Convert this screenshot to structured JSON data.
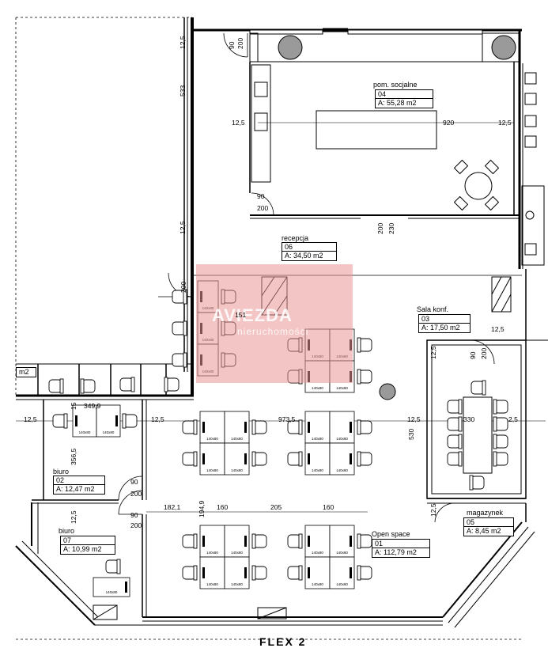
{
  "watermark": {
    "text": "AVIEZDA",
    "sub": "nieruchomości"
  },
  "plan_title": "FLEX 2",
  "rooms": [
    {
      "id": "pom-socjalne",
      "name": "pom. socjalne",
      "number": "04",
      "area": "A: 55,28 m2"
    },
    {
      "id": "recepcja",
      "name": "recepcja",
      "number": "06",
      "area": "A: 34,50 m2"
    },
    {
      "id": "sala-konf",
      "name": "Sala konf.",
      "number": "03",
      "area": "A: 17,50 m2"
    },
    {
      "id": "biuro-02",
      "name": "biuro",
      "number": "02",
      "area": "A: 12,47 m2"
    },
    {
      "id": "biuro-07",
      "name": "biuro",
      "number": "07",
      "area": "A: 10,99 m2"
    },
    {
      "id": "magazynek",
      "name": "magazynek",
      "number": "05",
      "area": "A: 8,45 m2"
    },
    {
      "id": "open-space",
      "name": "Open space",
      "number": "01",
      "area": "A: 112,79 m2"
    }
  ],
  "partial_room_label": "m2",
  "dimensions": {
    "d_12_5_a": "12,5",
    "d_200_a": "200",
    "d_90_a": "90",
    "d_533": "533",
    "d_12_5_b": "12,5",
    "d_920": "920",
    "d_12_5_c": "12,5",
    "d_90_b": "90",
    "d_200_b": "200",
    "d_200_c": "200",
    "d_230": "230",
    "d_12_5_d": "12,5",
    "d_200_d": "200",
    "d_151": "151",
    "d_12_5_e": "12,5",
    "d_349_9": "349,9",
    "d_12_5_f": "12,5",
    "d_973_5": "973,5",
    "d_12_5_g": "12,5",
    "d_330": "330",
    "d_2_5": "2,5",
    "d_15": "15",
    "d_356_5": "356,5",
    "d_530": "530",
    "d_12_5_h": "12,5",
    "d_90_c": "90",
    "d_200_e": "200",
    "d_12_5_i": "12,5",
    "d_90_d": "90",
    "d_200_f": "200",
    "d_182_1": "182,1",
    "d_160_a": "160",
    "d_205": "205",
    "d_160_b": "160",
    "d_194_9": "194,9",
    "d_12_5_j": "12,5",
    "d_90_e": "90",
    "d_200_g": "200",
    "d_12_5_k": "12,5"
  },
  "desk_label": "140x80"
}
